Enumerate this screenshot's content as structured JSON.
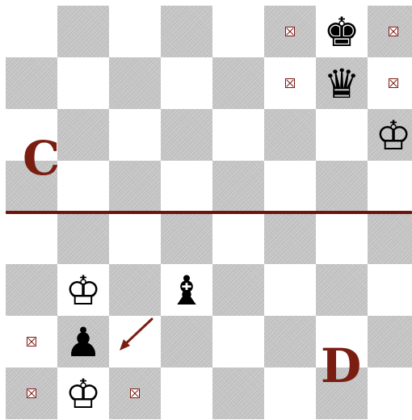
{
  "board": {
    "files": 8,
    "ranks": 8,
    "top_left_dark": false
  },
  "labels": {
    "c": "C",
    "d": "D"
  },
  "pieces": [
    {
      "name": "black-king-top",
      "row": 0,
      "col": 6,
      "symbol": "♚"
    },
    {
      "name": "black-queen-top",
      "row": 1,
      "col": 6,
      "symbol": "♛"
    },
    {
      "name": "white-king-top",
      "row": 2,
      "col": 7,
      "symbol": "♔"
    },
    {
      "name": "white-king-middle-left",
      "row": 5,
      "col": 1,
      "symbol": "♔"
    },
    {
      "name": "black-bishop-middle",
      "row": 5,
      "col": 3,
      "symbol": "♝"
    },
    {
      "name": "black-pawn-bottom-left",
      "row": 6,
      "col": 1,
      "symbol": "♟"
    },
    {
      "name": "white-king-bottom-left",
      "row": 7,
      "col": 1,
      "symbol": "♔"
    }
  ],
  "markers": [
    {
      "name": "marker-top-1",
      "row": 0,
      "col": 5
    },
    {
      "name": "marker-top-2",
      "row": 0,
      "col": 7
    },
    {
      "name": "marker-top-3",
      "row": 1,
      "col": 5
    },
    {
      "name": "marker-top-4",
      "row": 1,
      "col": 7
    },
    {
      "name": "marker-bottom-1",
      "row": 6,
      "col": 0
    },
    {
      "name": "marker-bottom-2",
      "row": 7,
      "col": 0
    },
    {
      "name": "marker-bottom-3",
      "row": 7,
      "col": 2
    }
  ],
  "accent_color": "#7a1e12"
}
